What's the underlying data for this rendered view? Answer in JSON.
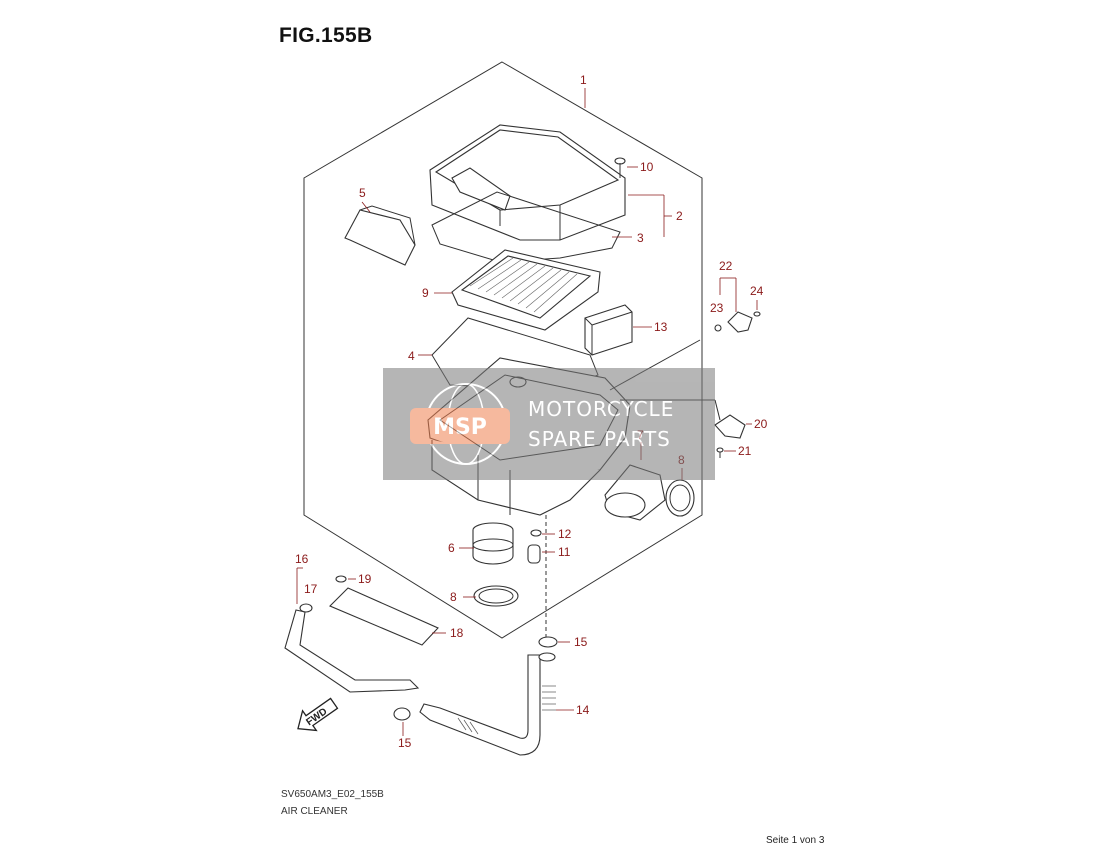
{
  "figure": {
    "title": "FIG.155B",
    "code": "SV650AM3_E02_155B",
    "name": "AIR CLEANER",
    "page": "Seite 1 von 3",
    "fwd_label": "FWD"
  },
  "callouts": [
    "1",
    "2",
    "3",
    "4",
    "5",
    "6",
    "7",
    "8",
    "8",
    "9",
    "10",
    "11",
    "12",
    "13",
    "14",
    "15",
    "15",
    "16",
    "17",
    "18",
    "19",
    "20",
    "21",
    "22",
    "23",
    "24"
  ],
  "watermark": {
    "logo_text": "MSP",
    "line1": "MOTORCYCLE",
    "line2": "SPARE PARTS"
  },
  "colors": {
    "callout": "#8b1a1a",
    "linework": "#333333",
    "watermark_band": "#7a7a7a",
    "watermark_logo": "#f08050"
  }
}
